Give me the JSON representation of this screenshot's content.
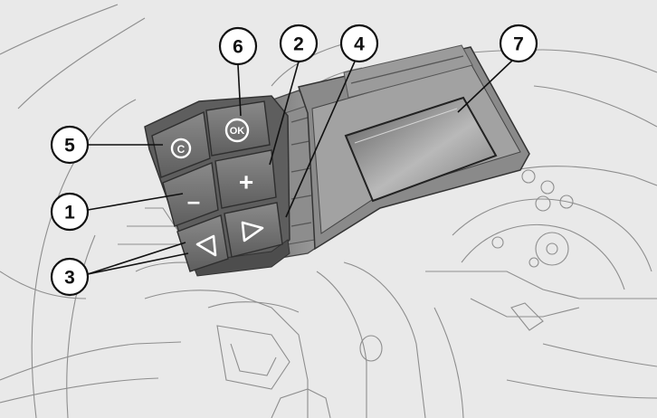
{
  "callouts": [
    {
      "id": "1",
      "label": "1"
    },
    {
      "id": "2",
      "label": "2"
    },
    {
      "id": "3",
      "label": "3"
    },
    {
      "id": "4",
      "label": "4"
    },
    {
      "id": "5",
      "label": "5"
    },
    {
      "id": "6",
      "label": "6"
    },
    {
      "id": "7",
      "label": "7"
    }
  ],
  "buttons": {
    "minus": "–",
    "plus": "+",
    "ok": "OK",
    "c": "C"
  },
  "colors": {
    "background": "#e9e9e9",
    "button_face": "#6f6f6f",
    "display_screen": "#9a9a9a"
  },
  "icons": [
    "triangle-left-icon",
    "triangle-right-icon",
    "c-circle-icon",
    "ok-circle-icon"
  ]
}
